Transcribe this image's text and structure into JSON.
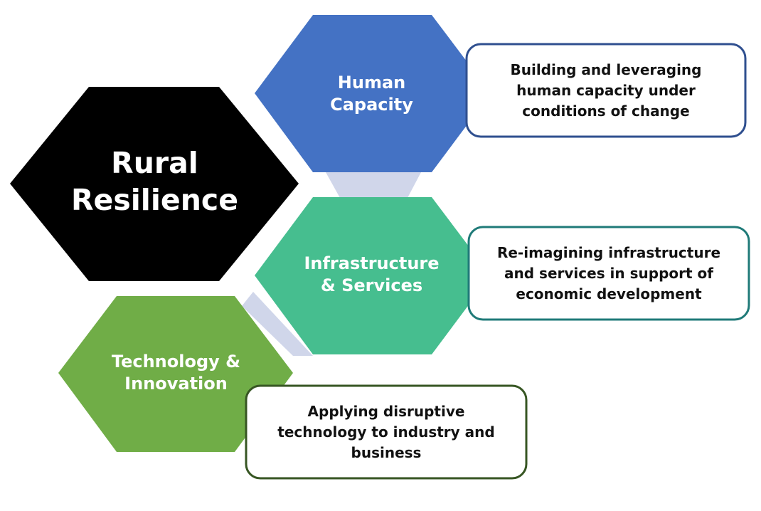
{
  "main": {
    "title_lines": [
      "Rural",
      "Resilience"
    ],
    "color": "#000000"
  },
  "pillars": [
    {
      "id": "human",
      "title_lines": [
        "Human",
        "Capacity"
      ],
      "description_lines": [
        "Building and leveraging",
        "human capacity under",
        "conditions of change"
      ],
      "fill": "#4472C4",
      "border": "#2F4F8F"
    },
    {
      "id": "infra",
      "title_lines": [
        "Infrastructure",
        "& Services"
      ],
      "description_lines": [
        "Re-imagining infrastructure",
        "and services in support of",
        "economic development"
      ],
      "fill": "#46BE8F",
      "border": "#1F7A78"
    },
    {
      "id": "tech",
      "title_lines": [
        "Technology &",
        "Innovation"
      ],
      "description_lines": [
        "Applying disruptive",
        "technology to industry and",
        "business"
      ],
      "fill": "#70AD47",
      "border": "#375623"
    }
  ],
  "connector_color": "#D0D6EA"
}
